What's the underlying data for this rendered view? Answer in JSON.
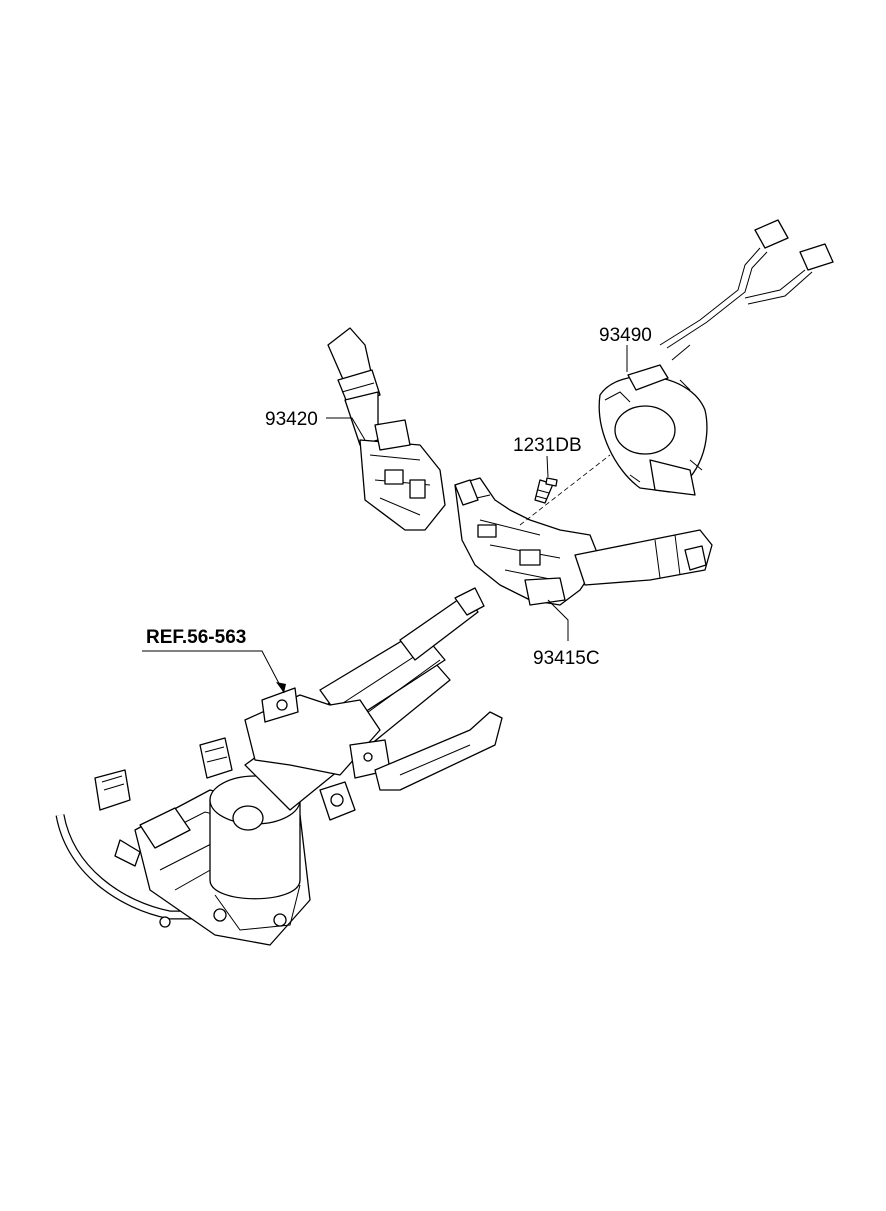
{
  "labels": {
    "multifunction_switch": "93420",
    "clock_spring": "93490",
    "screw": "1231DB",
    "combination_switch": "93415C",
    "reference": "REF.56-563"
  }
}
